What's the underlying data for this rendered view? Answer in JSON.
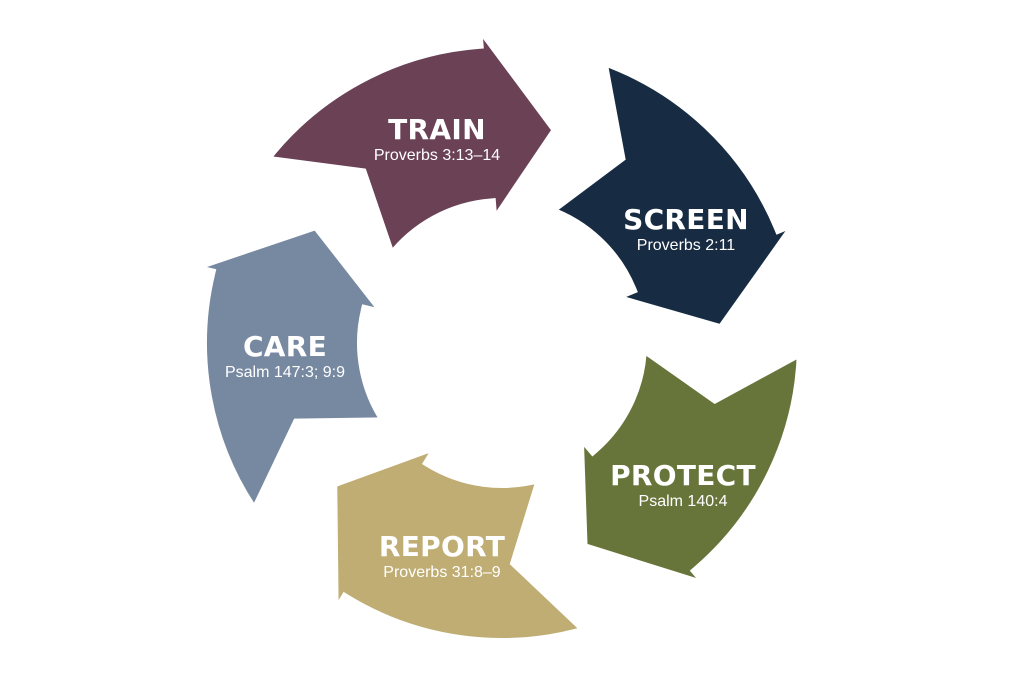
{
  "diagram": {
    "segments": [
      {
        "id": "train",
        "title": "TRAIN",
        "reference": "Proverbs 3:13–14",
        "color": "#6a4155"
      },
      {
        "id": "screen",
        "title": "SCREEN",
        "reference": "Proverbs 2:11",
        "color": "#172b42"
      },
      {
        "id": "protect",
        "title": "PROTECT",
        "reference": "Psalm 140:4",
        "color": "#67753b"
      },
      {
        "id": "report",
        "title": "REPORT",
        "reference": "Proverbs 31:8–9",
        "color": "#c0ad74"
      },
      {
        "id": "care",
        "title": "CARE",
        "reference": "Psalm 147:3; 9:9",
        "color": "#7789a1"
      }
    ]
  }
}
